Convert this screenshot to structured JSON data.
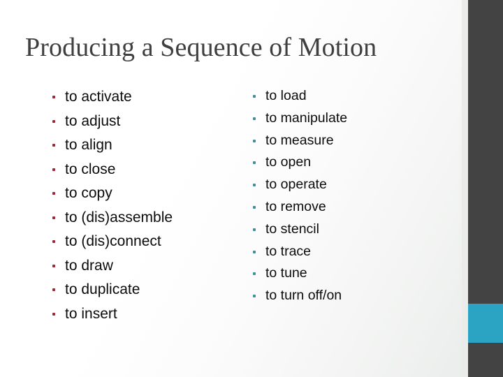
{
  "slide": {
    "title": "Producing a Sequence of Motion",
    "title_color": "#3f3f3f",
    "background_colors": [
      "#ffffff",
      "#e9ebea"
    ]
  },
  "decor": {
    "right_bar_color": "#434343",
    "right_accent_color": "#2ba3c2",
    "gutter_color": "#ebebea"
  },
  "columns": {
    "left": {
      "bullet_color": "#a32638",
      "items": [
        {
          "label": "to activate"
        },
        {
          "label": "to adjust"
        },
        {
          "label": "to align"
        },
        {
          "label": "to close"
        },
        {
          "label": "to copy"
        },
        {
          "label": "to (dis)assemble"
        },
        {
          "label": "to (dis)connect"
        },
        {
          "label": "to draw"
        },
        {
          "label": "to duplicate"
        },
        {
          "label": "to insert"
        }
      ]
    },
    "right": {
      "bullet_color": "#3d8f9e",
      "items": [
        {
          "label": "to load"
        },
        {
          "label": "to manipulate"
        },
        {
          "label": "to measure"
        },
        {
          "label": "to open"
        },
        {
          "label": "to operate"
        },
        {
          "label": "to remove"
        },
        {
          "label": "to stencil"
        },
        {
          "label": "to trace"
        },
        {
          "label": "to tune"
        },
        {
          "label": "to turn off/on"
        }
      ]
    }
  }
}
